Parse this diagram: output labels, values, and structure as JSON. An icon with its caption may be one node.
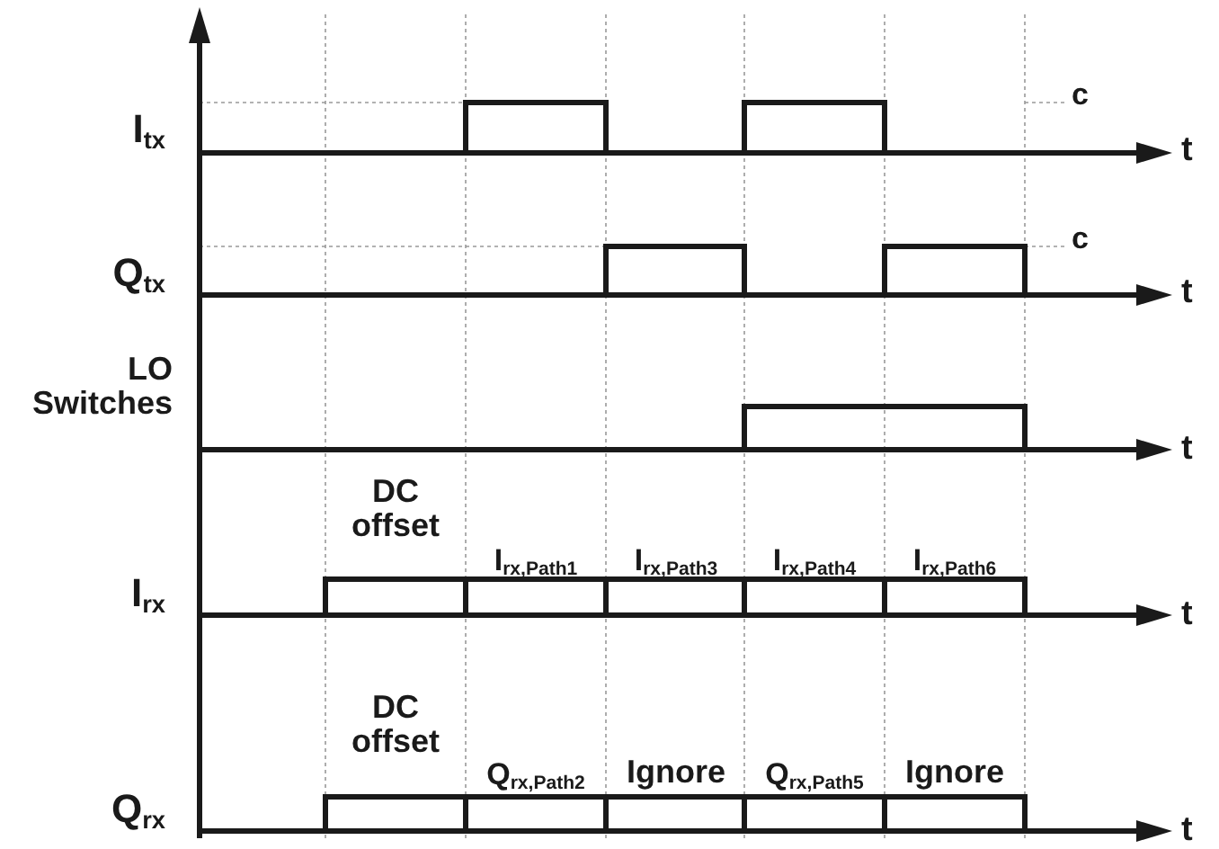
{
  "diagram": {
    "labels": [
      "I$_{tx}$",
      "c",
      "t",
      "Q$_{tx}$",
      "c",
      "t",
      "LO Switches",
      "t",
      "DC offset",
      "I$_{rx,Path1}$",
      "I$_{rx,Path3}$",
      "I$_{rx,Path4}$",
      "I$_{rx,Path6}$",
      "I$_{rx}$",
      "t",
      "DC offset",
      "Q$_{rx,Path2}$",
      "Ignore",
      "Q$_{rx,Path5}$",
      "Ignore",
      "Q$_{rx}$",
      "t"
    ]
  }
}
